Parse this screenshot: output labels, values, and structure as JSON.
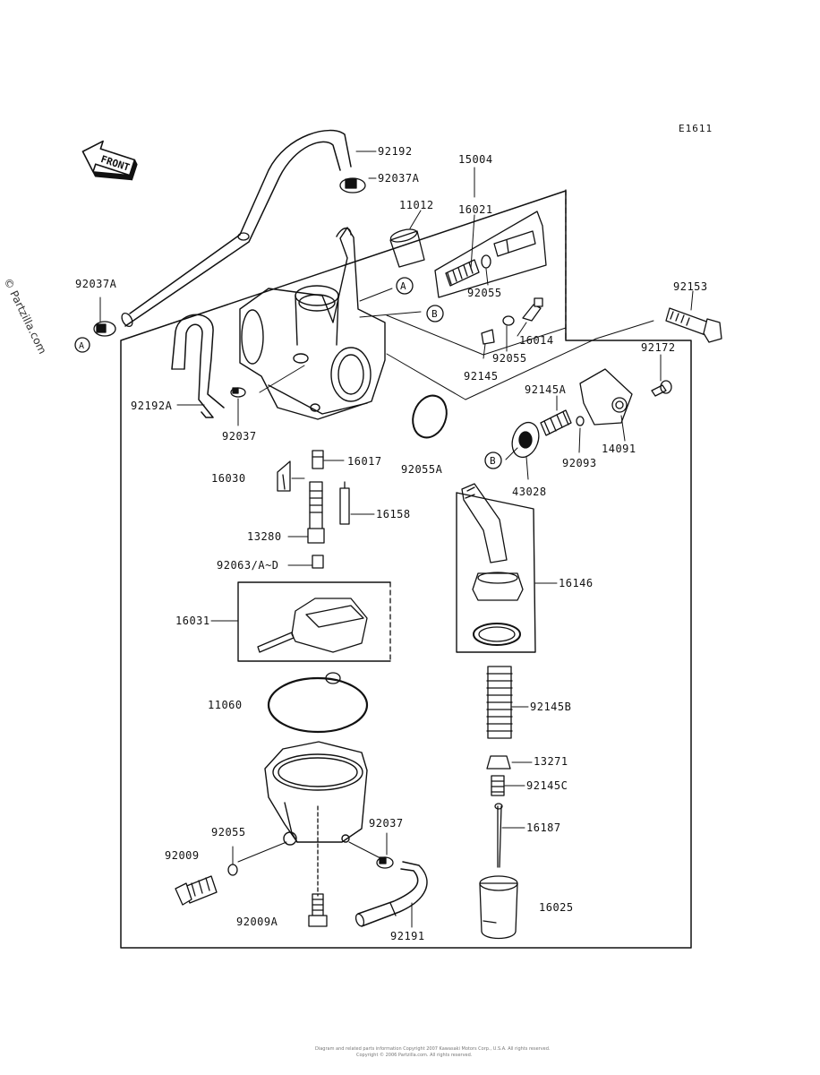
{
  "diagram_code": "E1611",
  "watermark": "© Partzilla.com",
  "front_label": "FRONT",
  "ref_markers": {
    "a": "A",
    "b": "B"
  },
  "footer": {
    "line1": "Diagram and related parts information Copyright 2007 Kawasaki Motors Corp., U.S.A. All rights reserved.",
    "line2": "Copyright © 2006 Partzilla.com. All rights reserved."
  },
  "parts": [
    "92192",
    "92037A",
    "15004",
    "11012",
    "16021",
    "92037A",
    "92055",
    "92153",
    "16014",
    "92055",
    "92145",
    "92172",
    "92145A",
    "92192A",
    "92037",
    "14091",
    "92093",
    "92055A",
    "43028",
    "16017",
    "16030",
    "16158",
    "13280",
    "92063/A~D",
    "16146",
    "16031",
    "11060",
    "92145B",
    "13271",
    "92145C",
    "16187",
    "92055",
    "92037",
    "92009",
    "16025",
    "92009A",
    "92191"
  ]
}
